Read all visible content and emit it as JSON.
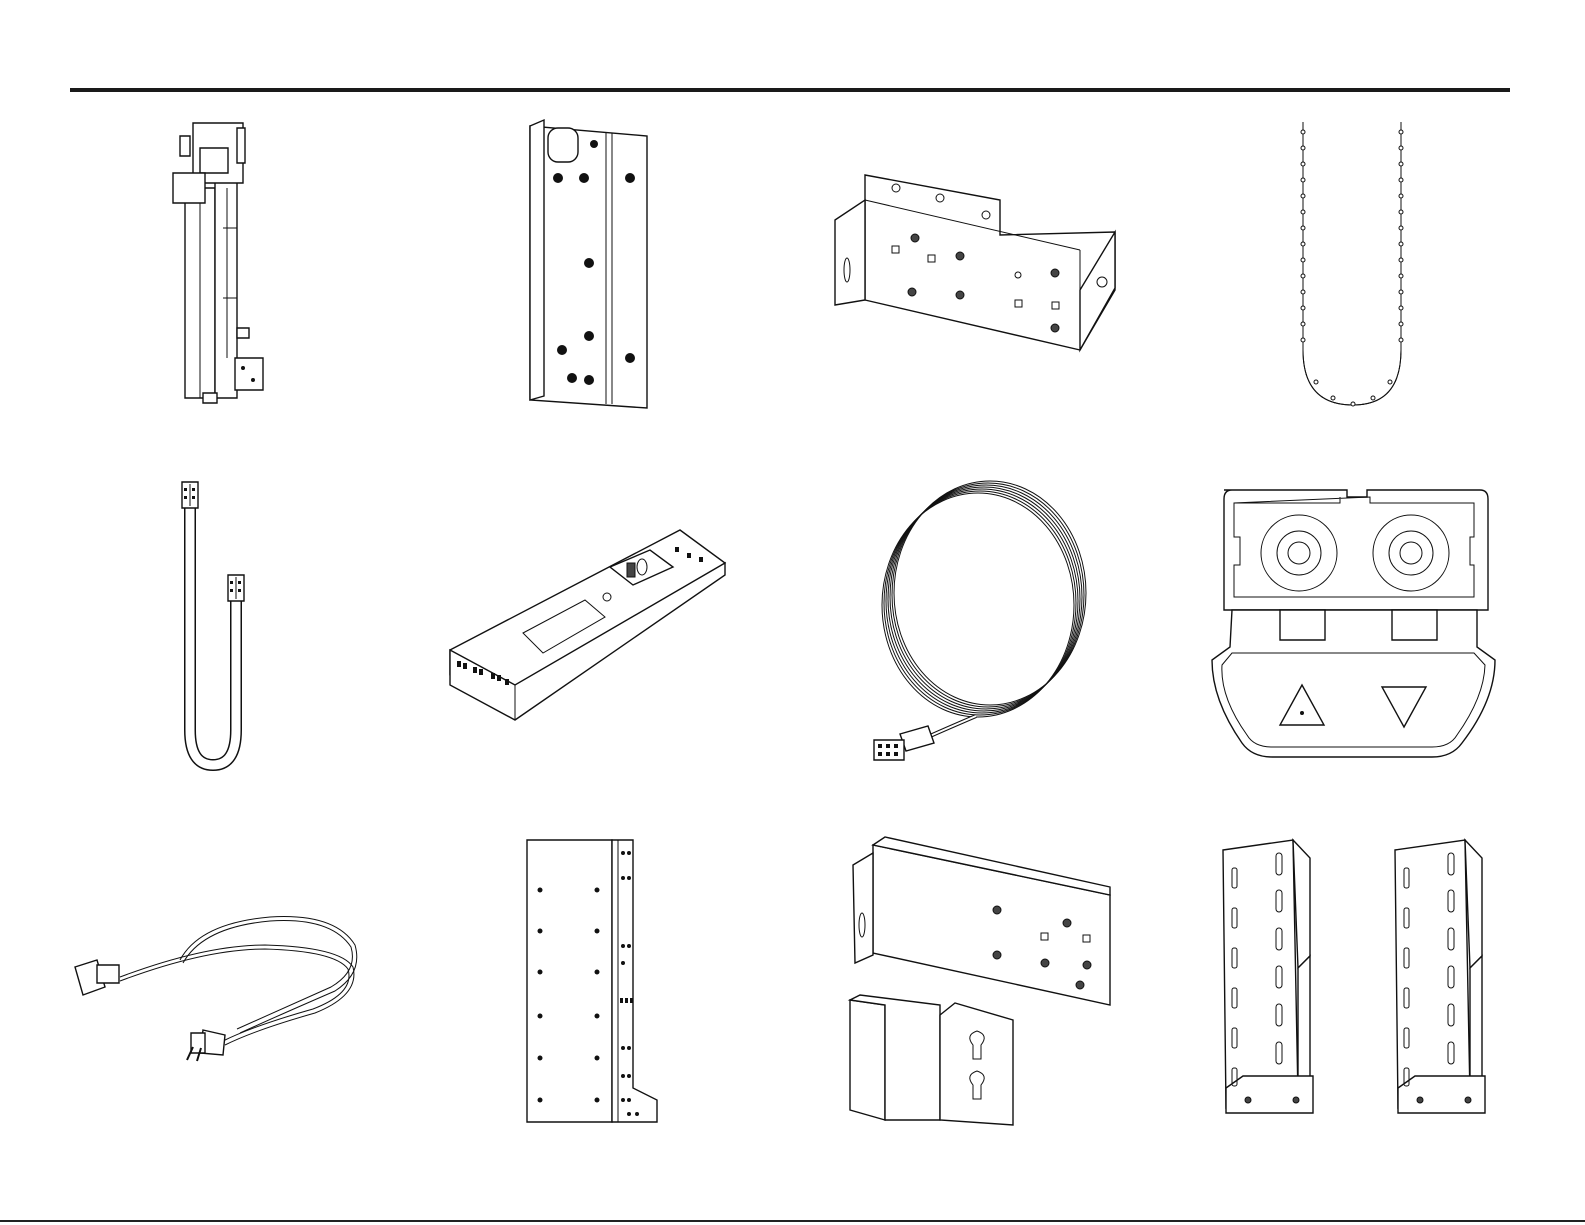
{
  "parts": [
    {
      "name": "lifting-column",
      "icon": "column-icon"
    },
    {
      "name": "column-mounting-plate",
      "icon": "mount-plate-icon"
    },
    {
      "name": "u-bracket",
      "icon": "u-bracket-icon"
    },
    {
      "name": "cable-chain",
      "icon": "drag-chain-icon"
    },
    {
      "name": "u-cable",
      "icon": "u-cable-icon"
    },
    {
      "name": "control-box",
      "icon": "control-box-icon"
    },
    {
      "name": "coiled-cable",
      "icon": "coil-cable-icon"
    },
    {
      "name": "handset",
      "icon": "handset-icon"
    },
    {
      "name": "power-cord",
      "icon": "power-cord-icon"
    },
    {
      "name": "side-plate",
      "icon": "side-plate-icon"
    },
    {
      "name": "bracket-set",
      "icon": "bracket-set-icon"
    },
    {
      "name": "leg-brackets",
      "icon": "leg-bracket-icon"
    }
  ],
  "colors": {
    "line": "#111111",
    "background": "#ffffff"
  }
}
